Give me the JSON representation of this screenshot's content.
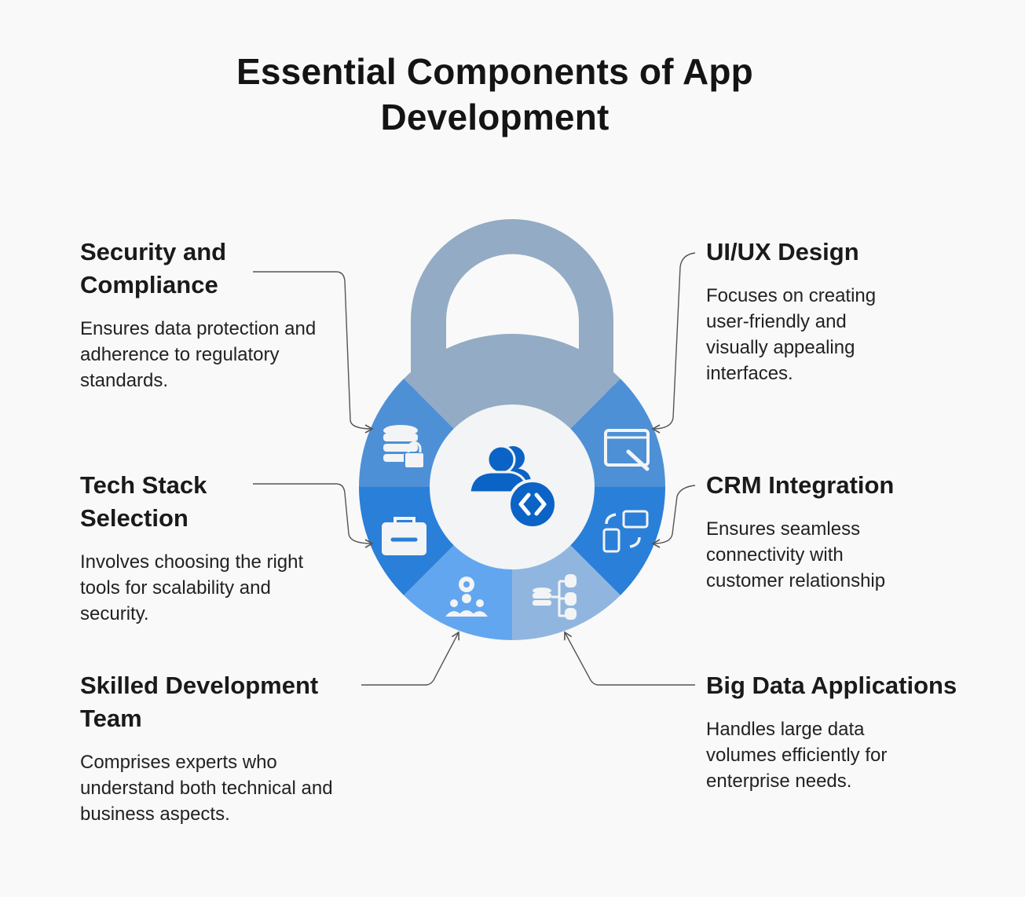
{
  "title": "Essential Components of App Development",
  "components": [
    {
      "heading": "Security and Compliance",
      "description": "Ensures data protection and adherence to regulatory standards.",
      "icon": "database-lock-icon"
    },
    {
      "heading": "Tech Stack Selection",
      "description": "Involves choosing the right tools for scalability and security.",
      "icon": "toolbox-icon"
    },
    {
      "heading": "Skilled Development Team",
      "description": "Comprises experts who understand both technical and business aspects.",
      "icon": "team-gear-icon"
    },
    {
      "heading": "UI/UX Design",
      "description": "Focuses on creating user-friendly and visually appealing interfaces.",
      "icon": "window-pen-icon"
    },
    {
      "heading": "CRM Integration",
      "description": "Ensures seamless connectivity with customer relationship",
      "icon": "phone-card-sync-icon"
    },
    {
      "heading": "Big Data Applications",
      "description": "Handles large data volumes efficiently for enterprise needs.",
      "icon": "databases-tree-icon"
    }
  ],
  "center_icon": "developers-code-icon",
  "colors": {
    "shackle": "#93abc4",
    "segment_mid": "#4d90d6",
    "segment_dark": "#2a7fd8",
    "segment_light": "#62a6f0",
    "segment_pale": "#90b6e0",
    "center_fill": "#f3f4f5",
    "center_icon": "#0b63c6",
    "connector": "#555555"
  }
}
